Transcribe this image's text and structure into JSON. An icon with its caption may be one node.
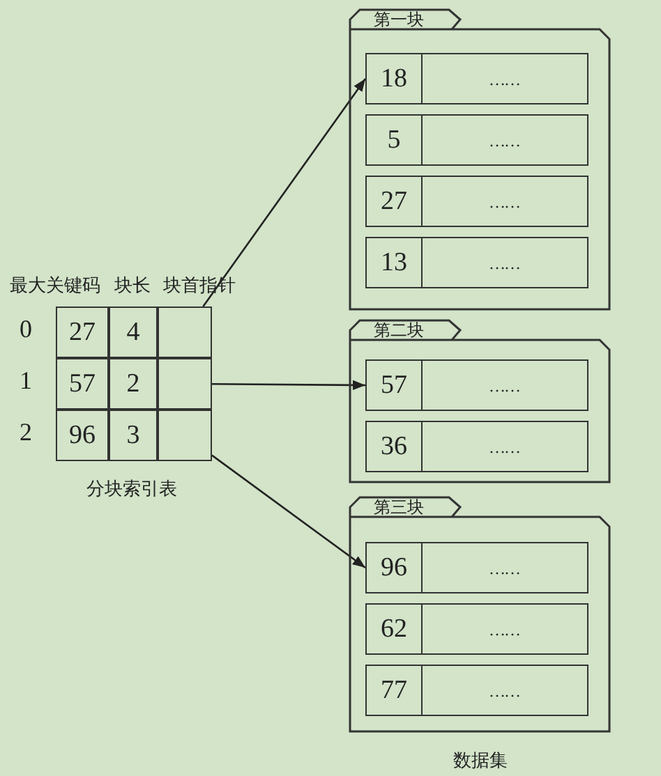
{
  "diagram": {
    "nodes": [
      {
        "text": [
          "分块索引表"
        ]
      },
      {
        "text": [
          "27"
        ],
        "in": 0
      },
      {
        "text": [
          "4"
        ],
        "in": 0
      },
      {
        "text": [],
        "shape": "box",
        "in": 0
      },
      {
        "text": [
          "57"
        ],
        "in": 0
      },
      {
        "text": [
          "2"
        ],
        "in": 0
      },
      {
        "text": [],
        "shape": "box",
        "in": 0
      },
      {
        "text": [
          "96"
        ],
        "in": 0
      },
      {
        "text": [
          "3"
        ],
        "in": 0
      },
      {
        "text": [],
        "shape": "box",
        "in": 0
      },
      {
        "text": [
          "第一块"
        ]
      },
      {
        "text": [
          "18",
          "……"
        ],
        "in": 10
      },
      {
        "text": [
          "5",
          "……"
        ],
        "in": 10
      },
      {
        "text": [
          "27",
          "……"
        ],
        "in": 10
      },
      {
        "text": [
          "13",
          "……"
        ],
        "in": 10
      },
      {
        "text": [
          "第二块"
        ]
      },
      {
        "text": [
          "57",
          "……"
        ],
        "in": 15
      },
      {
        "text": [
          "36",
          "……"
        ],
        "in": 15
      },
      {
        "text": [
          "第三块"
        ]
      },
      {
        "text": [
          "96",
          "……"
        ],
        "in": 18
      },
      {
        "text": [
          "62",
          "……"
        ],
        "in": 18
      },
      {
        "text": [
          "77",
          "……"
        ],
        "in": 18
      }
    ],
    "edges": [
      {
        "from": 3,
        "to": 11,
        "arrow": "to"
      },
      {
        "from": 6,
        "to": 16,
        "arrow": "to"
      },
      {
        "from": 9,
        "to": 19,
        "arrow": "to"
      }
    ],
    "labels": [
      "最大关键码",
      "块长",
      "块首指针",
      "0",
      "1",
      "2",
      "数据集"
    ]
  }
}
